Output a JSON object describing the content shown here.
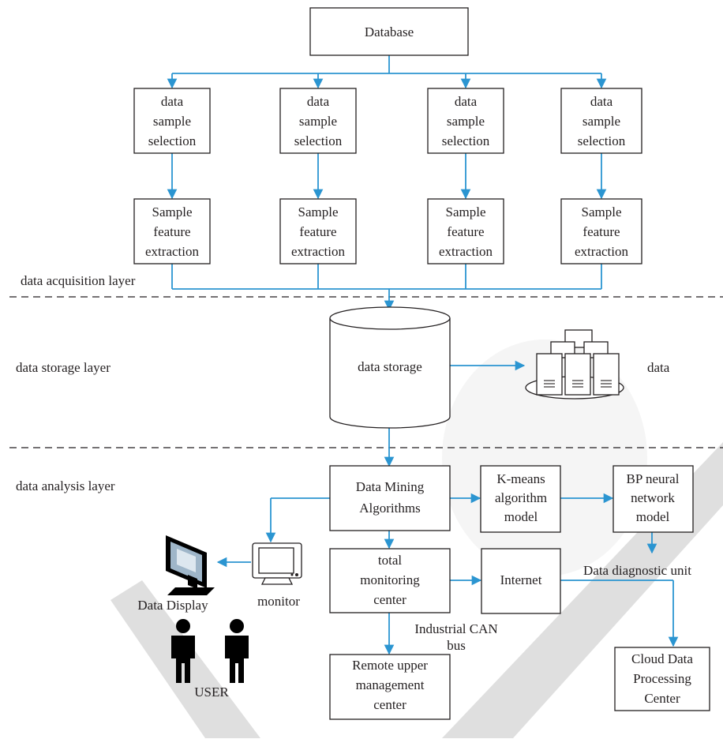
{
  "database": "Database",
  "branches": [
    {
      "selection": [
        "data",
        "sample",
        "selection"
      ],
      "extraction": [
        "Sample",
        "feature",
        "extraction"
      ]
    },
    {
      "selection": [
        "data",
        "sample",
        "selection"
      ],
      "extraction": [
        "Sample",
        "feature",
        "extraction"
      ]
    },
    {
      "selection": [
        "data",
        "sample",
        "selection"
      ],
      "extraction": [
        "Sample",
        "feature",
        "extraction"
      ]
    },
    {
      "selection": [
        "data",
        "sample",
        "selection"
      ],
      "extraction": [
        "Sample",
        "feature",
        "extraction"
      ]
    }
  ],
  "layers": {
    "acquisition": "data acquisition layer",
    "storage": "data storage layer",
    "analysis": "data analysis layer"
  },
  "storage": {
    "label": "data storage",
    "servers_label": "data"
  },
  "analysis": {
    "mining": [
      "Data Mining",
      "Algorithms"
    ],
    "kmeans": [
      "K-means",
      "algorithm",
      "model"
    ],
    "bp": [
      "BP neural",
      "network",
      "model"
    ],
    "diagnostic": "Data diagnostic unit",
    "monitoring": [
      "total",
      "monitoring",
      "center"
    ],
    "internet": "Internet",
    "cloud": [
      "Cloud Data",
      "Processing",
      "Center"
    ],
    "can_bus": [
      "Industrial CAN",
      "bus"
    ],
    "remote": [
      "Remote upper",
      "management",
      "center"
    ],
    "monitor_label": "monitor",
    "display_label": "Data Display",
    "user_label": "USER"
  },
  "colors": {
    "connector": "#2b95d1",
    "stroke": "#231f20",
    "watermark": "#d9d9d9"
  },
  "icons": [
    "monitor-icon",
    "display-icon",
    "user-icon",
    "server-cluster-icon"
  ]
}
